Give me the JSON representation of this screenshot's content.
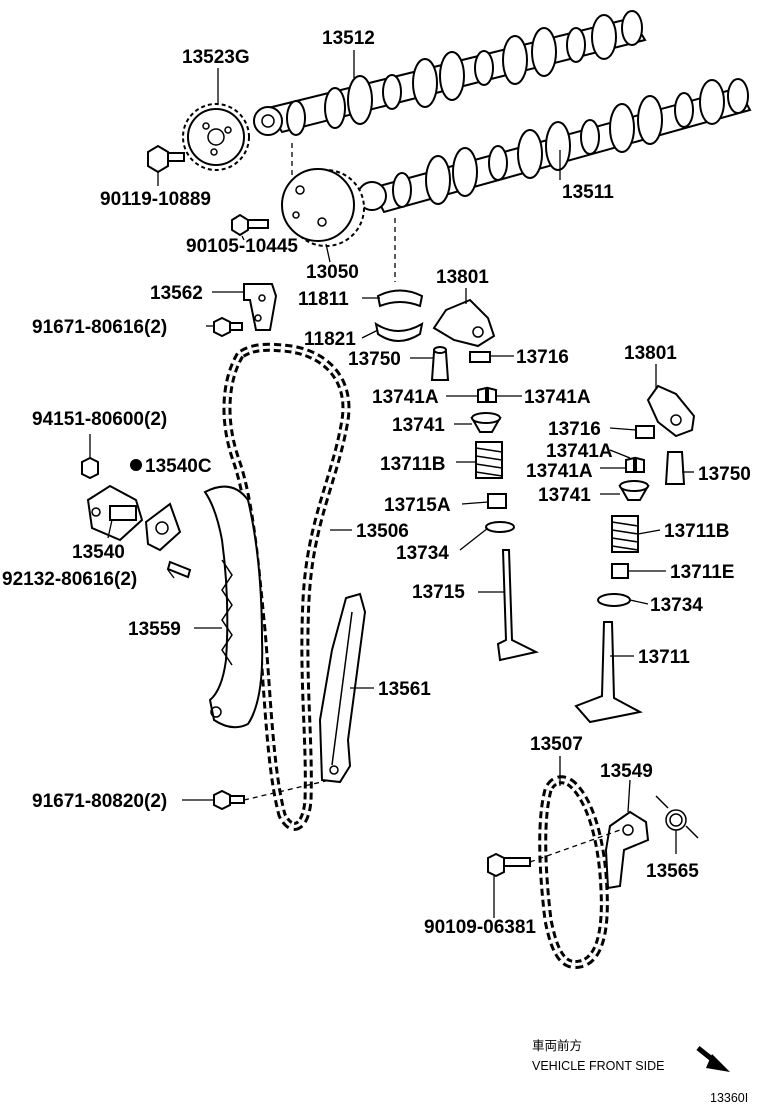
{
  "parts": {
    "p13512": "13512",
    "p13523G": "13523G",
    "p90119": "90119-10889",
    "p13511": "13511",
    "p90105": "90105-10445",
    "p13050": "13050",
    "p13562": "13562",
    "p11811": "11811",
    "p13801a": "13801",
    "p91671_80616": "91671-80616(2)",
    "p11821": "11821",
    "p13750a": "13750",
    "p13716a": "13716",
    "p13801b": "13801",
    "p13741A_1": "13741A",
    "p13741A_2": "13741A",
    "p94151": "94151-80600(2)",
    "p13741a": "13741",
    "p13716b": "13716",
    "p13540C": "13540C",
    "p13741A_3": "13741A",
    "p13711Ba": "13711B",
    "p13741A_4": "13741A",
    "p13750b": "13750",
    "p13741b": "13741",
    "p13715A": "13715A",
    "p13506": "13506",
    "p13540": "13540",
    "p13711Bb": "13711B",
    "p13734a": "13734",
    "p92132": "92132-80616(2)",
    "p13711E": "13711E",
    "p13715": "13715",
    "p13734b": "13734",
    "p13559": "13559",
    "p13711": "13711",
    "p13561": "13561",
    "p13507": "13507",
    "p13549": "13549",
    "p91671_80820": "91671-80820(2)",
    "p13565": "13565",
    "p90109": "90109-06381"
  },
  "footer": {
    "japanese": "車両前方",
    "front_side": "VEHICLE FRONT SIDE",
    "figure_id": "13360I"
  }
}
